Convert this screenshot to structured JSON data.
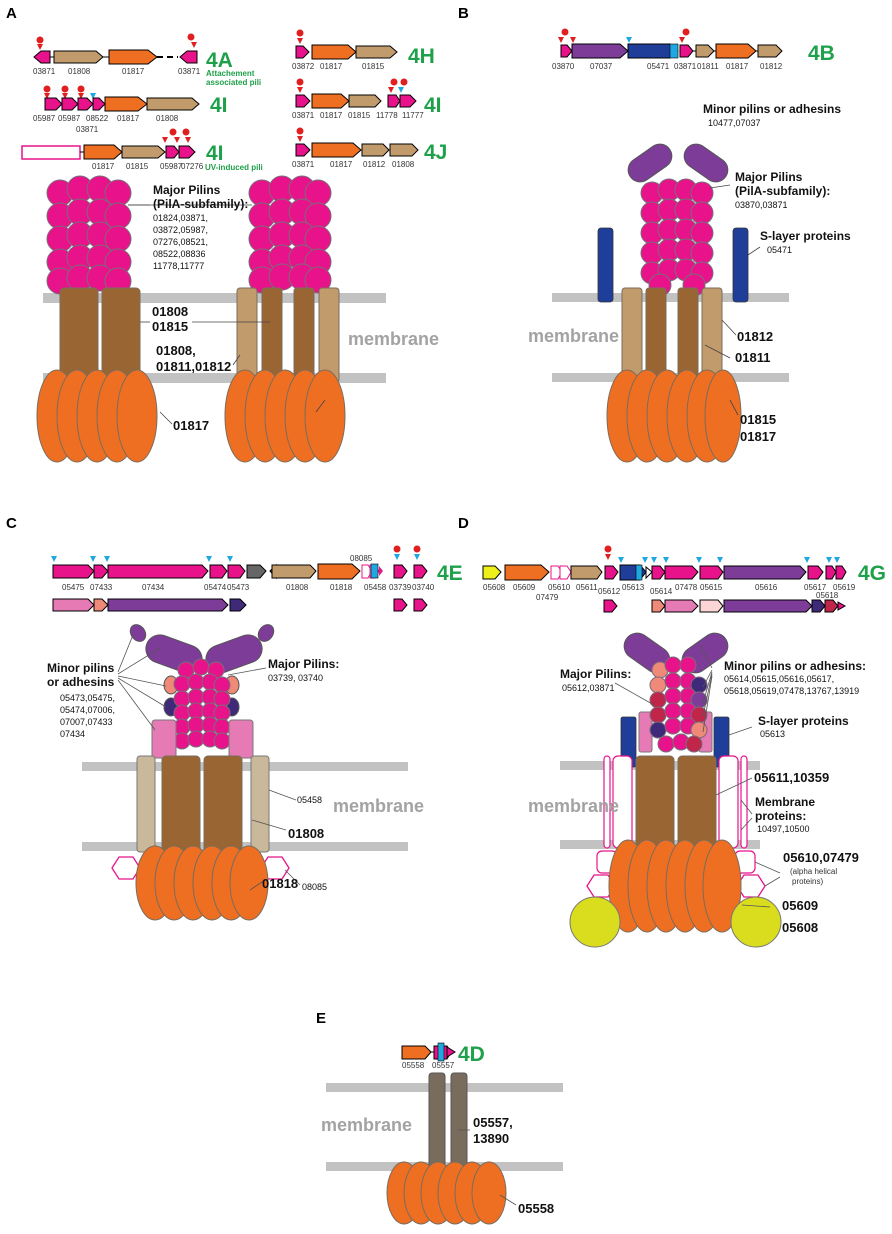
{
  "colors": {
    "major": "#e8138a",
    "minor": "#7d3c98",
    "brown": "#996633",
    "tan": "#c29b6c",
    "orange": "#ee6f22",
    "slayer": "#1f3e9a",
    "membrane": "#c2c2c2",
    "operon": "#1fa04a",
    "red_marker": "#e02020",
    "blue_marker": "#1fa8e0",
    "grey_dark": "#7a6c5d",
    "yellow": "#d9dd1e"
  },
  "panels": {
    "A": {
      "letter": "A"
    },
    "B": {
      "letter": "B"
    },
    "C": {
      "letter": "C"
    },
    "D": {
      "letter": "D"
    },
    "E": {
      "letter": "E"
    }
  },
  "operons": {
    "a1": {
      "id": "4A",
      "note1": "Attachement",
      "note2": "associated pili",
      "genes": [
        "03871",
        "01808",
        "01817",
        "03871"
      ]
    },
    "a2": {
      "id": "4I",
      "genes": [
        "05987",
        "05987",
        "08522",
        "01817",
        "01808"
      ],
      "extra": "03871"
    },
    "a3": {
      "id": "4I",
      "note": "UV-induced pili",
      "genes": [
        "01817",
        "01815",
        "05987",
        "07276"
      ]
    },
    "a4": {
      "id": "4H",
      "genes": [
        "03872",
        "01817",
        "01815"
      ]
    },
    "a5": {
      "id": "4I",
      "genes": [
        "03871",
        "01817",
        "01815",
        "11778",
        "11777"
      ]
    },
    "a6": {
      "id": "4J",
      "genes": [
        "03871",
        "01817",
        "01812",
        "01808"
      ]
    },
    "b1": {
      "id": "4B",
      "genes": [
        "03870",
        "07037",
        "05471",
        "03871",
        "01811",
        "01817",
        "01812"
      ]
    },
    "c1": {
      "id": "4E",
      "genes": [
        "05475",
        "07433",
        "07434",
        "05474",
        "05473",
        "01808",
        "01818",
        "08085",
        "05458",
        "03739",
        "03740"
      ]
    },
    "d1": {
      "id": "4G",
      "genes": [
        "05608",
        "05609",
        "05610",
        "07479",
        "05611",
        "05612",
        "05613",
        "05614",
        "07478",
        "05615",
        "05616",
        "05617",
        "05619",
        "05618"
      ]
    },
    "e1": {
      "id": "4D",
      "genes": [
        "05558",
        "05557"
      ]
    }
  },
  "labels": {
    "A": {
      "major_title1": "Major Pilins",
      "major_title2": "(PilA-subfamily):",
      "major_ids": [
        "01824,03871,",
        "03872,05987,",
        "07276,08521,",
        "08522,08836",
        "11778,11777"
      ],
      "plat_left1": "01808",
      "plat_left2": "01815",
      "plat_right1": "01808,",
      "plat_right2": "01811,01812",
      "atpase": "01817",
      "membrane": "membrane"
    },
    "B": {
      "minor_title": "Minor pilins or adhesins",
      "minor_ids": "10477,07037",
      "major_title1": "Major Pilins",
      "major_title2": "(PilA-subfamily):",
      "major_ids": "03870,03871",
      "slayer_title": "S-layer proteins",
      "slayer_ids": "05471",
      "membrane": "membrane",
      "p1": "01812",
      "p2": "01811",
      "atp1": "01815",
      "atp2": "01817"
    },
    "C": {
      "minor_title1": "Minor pilins",
      "minor_title2": "or adhesins",
      "minor_ids": [
        "05473,05475,",
        "05474,07006,",
        "07007,07433",
        "07434"
      ],
      "major_title": "Major Pilins:",
      "major_ids": "03739, 03740",
      "side": "05458",
      "membrane": "membrane",
      "plat": "01808",
      "hex": "08085",
      "atp": "01818"
    },
    "D": {
      "major_title": "Major Pilins:",
      "major_ids": "05612,03871",
      "minor_title": "Minor pilins or adhesins:",
      "minor_ids": [
        "05614,05615,05616,05617,",
        "05618,05619,07478,13767,13919"
      ],
      "slayer_title": "S-layer proteins",
      "slayer_ids": "05613",
      "plat": "05611,10359",
      "memprot_title1": "Membrane",
      "memprot_title2": "proteins:",
      "memprot_ids": "10497,10500",
      "hex_title": "05610,07479",
      "hex_sub1": "(alpha helical",
      "hex_sub2": "proteins)",
      "atp": "05609",
      "yellow": "05608",
      "membrane": "membrane"
    },
    "E": {
      "membrane": "membrane",
      "pl1": "05557,",
      "pl2": "13890",
      "atp": "05558"
    }
  }
}
